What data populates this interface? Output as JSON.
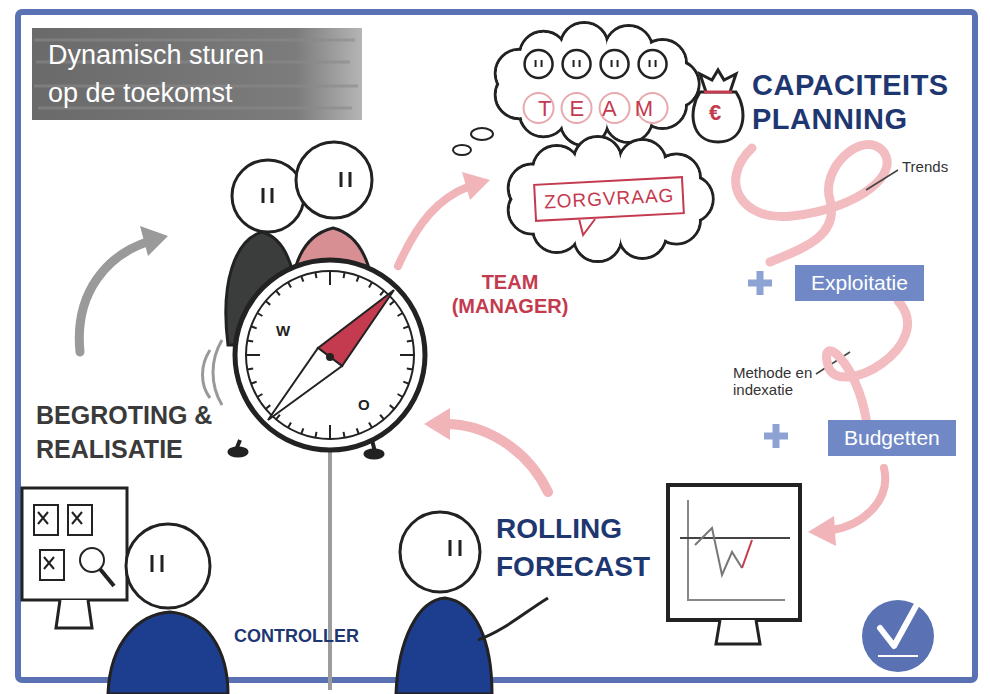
{
  "diagram": {
    "title": "Dynamisch sturen op de toekomst",
    "nodes": [
      {
        "text": [
          "TEAM"
        ]
      },
      {
        "text": [
          "ZORGVRAAG"
        ]
      },
      {
        "text": [
          "Exploitatie"
        ]
      },
      {
        "text": [
          "Budgetten"
        ]
      }
    ],
    "edges": [
      {
        "from": 2,
        "to": 3,
        "arrow": "none"
      }
    ],
    "labels": [
      "CAPACITEITS PLANNING",
      "€",
      "Trends",
      "Methode en indexatie",
      "TEAM (MANAGER)",
      "W",
      "O",
      "BEGROTING & REALISATIE",
      "ROLLING FORECAST",
      "CONTROLLER"
    ]
  }
}
